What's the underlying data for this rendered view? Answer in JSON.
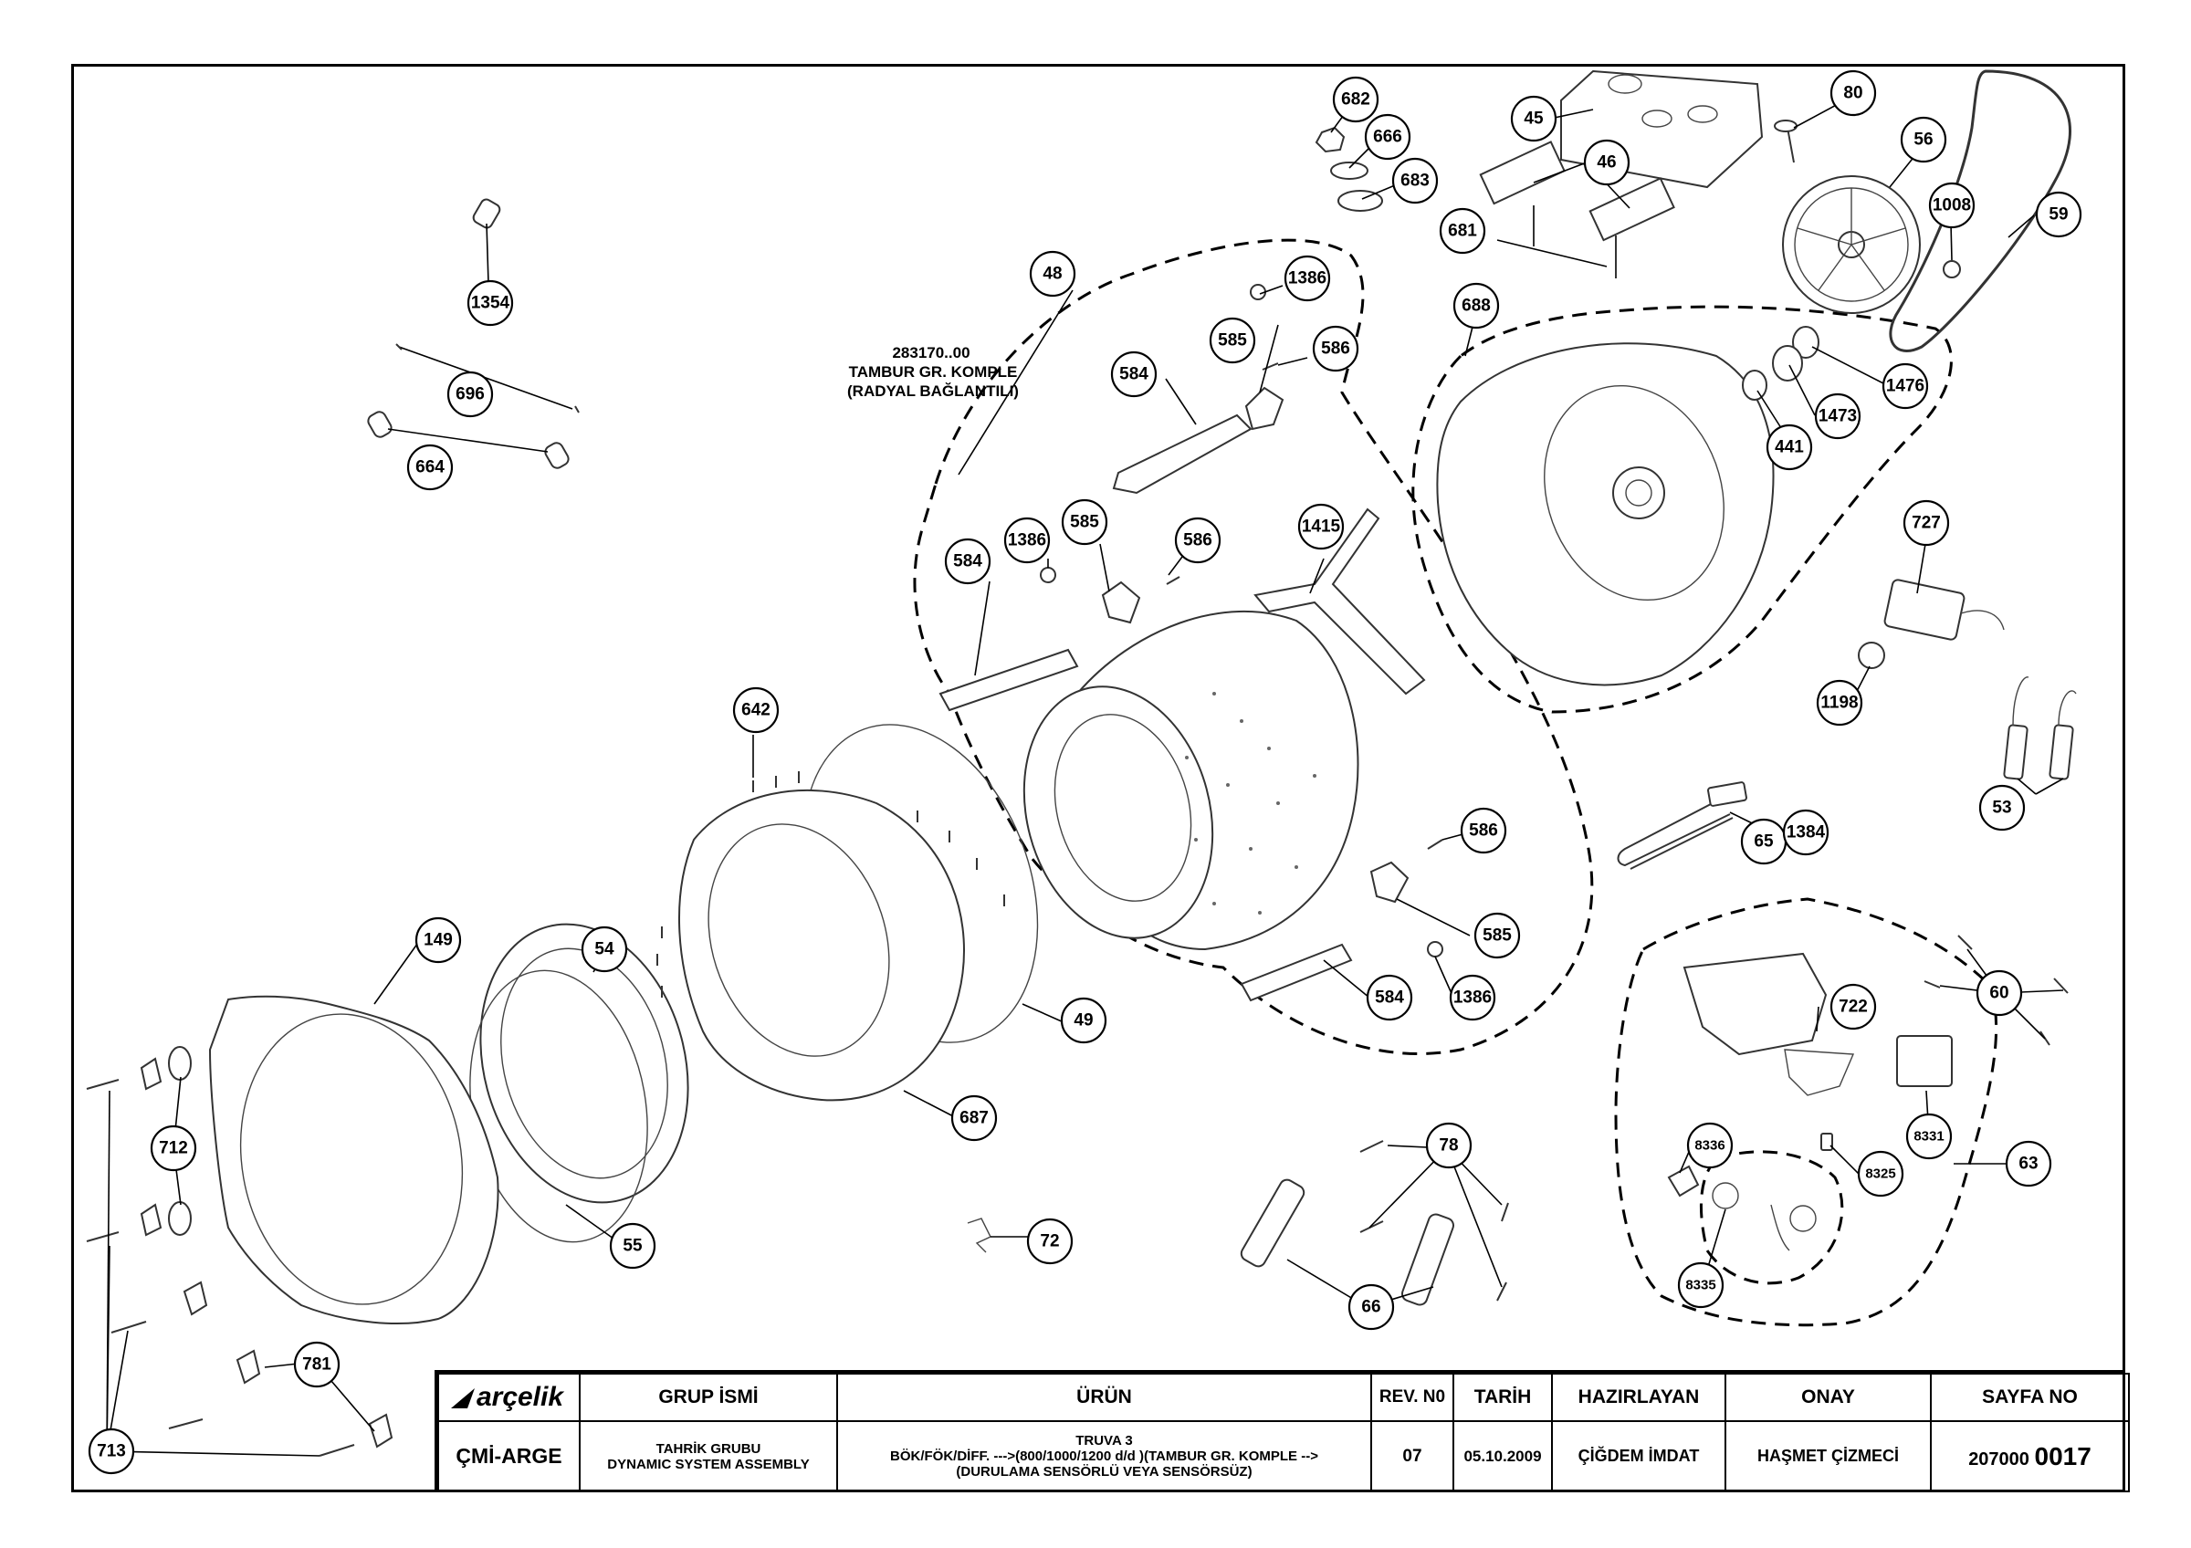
{
  "assembly_note": {
    "line1": "283170..00",
    "line2": "TAMBUR GR. KOMPLE",
    "line3": "(RADYAL BAĞLANTILI)"
  },
  "callouts": {
    "c1354": "1354",
    "c696": "696",
    "c664": "664",
    "c682": "682",
    "c666": "666",
    "c683": "683",
    "c681": "681",
    "c45": "45",
    "c46": "46",
    "c80": "80",
    "c56": "56",
    "c1008": "1008",
    "c59": "59",
    "c688": "688",
    "c1476": "1476",
    "c1473": "1473",
    "c441": "441",
    "c727": "727",
    "c1198": "1198",
    "c53": "53",
    "c65": "65",
    "c1384": "1384",
    "c48": "48",
    "c1386a": "1386",
    "c585a": "585",
    "c586a": "586",
    "c584a": "584",
    "c1386b": "1386",
    "c585b": "585",
    "c586b": "586",
    "c584b": "584",
    "c1415": "1415",
    "c586c": "586",
    "c585c": "585",
    "c584c": "584",
    "c1386c": "1386",
    "c642": "642",
    "c49": "49",
    "c687": "687",
    "c149": "149",
    "c54": "54",
    "c55": "55",
    "c712": "712",
    "c713": "713",
    "c781": "781",
    "c72": "72",
    "c78": "78",
    "c66": "66",
    "c722": "722",
    "c60": "60",
    "c8336": "8336",
    "c8331": "8331",
    "c8325": "8325",
    "c63": "63",
    "c8335": "8335"
  },
  "title_block": {
    "logo": "arçelik",
    "group_header": "GRUP İSMİ",
    "product_header": "ÜRÜN",
    "rev_header": "REV. N0",
    "date_header": "TARİH",
    "prepared_header": "HAZIRLAYAN",
    "approved_header": "ONAY",
    "page_header": "SAYFA NO",
    "department": "ÇMİ-ARGE",
    "group_line1": "TAHRİK GRUBU",
    "group_line2": "DYNAMIC SYSTEM ASSEMBLY",
    "product_line1": "TRUVA 3",
    "product_line2": "BÖK/FÖK/DİFF. --->(800/1000/1200 d/d )(TAMBUR GR. KOMPLE -->",
    "product_line3": "(DURULAMA SENSÖRLÜ VEYA SENSÖRSÜZ)",
    "rev": "07",
    "date": "05.10.2009",
    "prepared_by": "ÇİĞDEM İMDAT",
    "approved_by": "HAŞMET ÇİZMECİ",
    "page_prefix": "207000",
    "page_number": "0017"
  }
}
